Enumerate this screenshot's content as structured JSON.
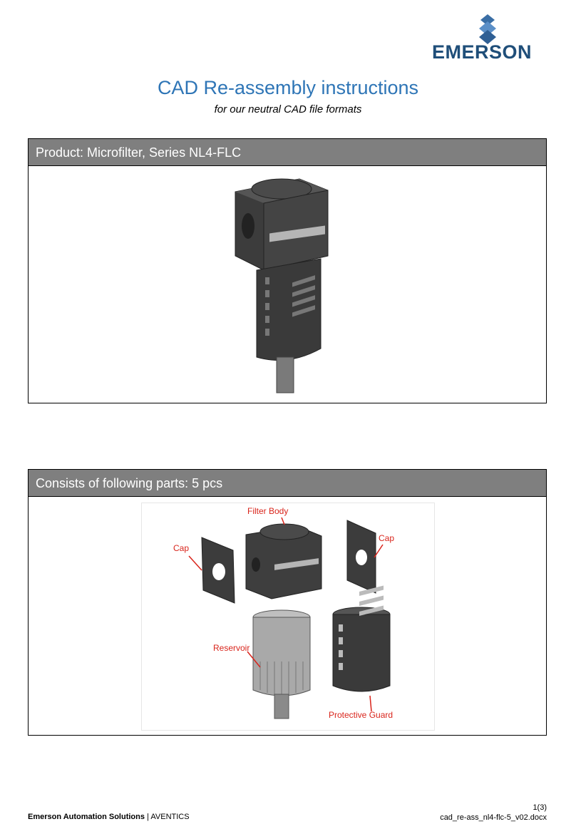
{
  "logo": {
    "text": "EMERSON",
    "icon": "emerson-logo-icon"
  },
  "header": {
    "title": "CAD Re-assembly instructions",
    "subtitle": "for our neutral CAD file formats"
  },
  "product_section": {
    "heading": "Product: Microfilter, Series NL4-FLC",
    "image": "microfilter-assembled-image"
  },
  "parts_section": {
    "heading": "Consists of following parts: 5 pcs",
    "callouts": {
      "filter_body": "Filter Body",
      "cap_left": "Cap",
      "cap_right": "Cap",
      "reservoir": "Reservoir",
      "protective_guard": "Protective Guard"
    }
  },
  "footer": {
    "company_bold": "Emerson Automation Solutions",
    "company_rest": "| AVENTICS",
    "page": "1(3)",
    "filename": "cad_re-ass_nl4-flc-5_v02.docx"
  },
  "colors": {
    "title_blue": "#2e75b6",
    "header_gray": "#7f7f7f",
    "callout_red": "#d9241b",
    "logo_blue": "#1f4e79"
  }
}
